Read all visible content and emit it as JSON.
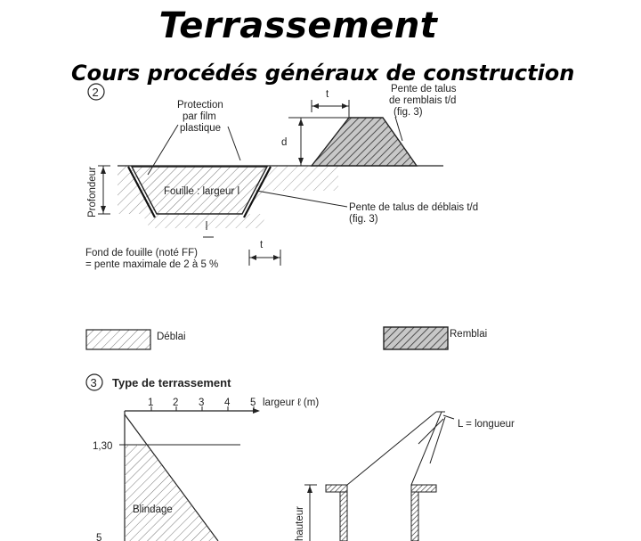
{
  "header": {
    "title": "Terrassement",
    "subtitle": "Cours procédés généraux de construction"
  },
  "fig2": {
    "number": "2",
    "protection_line1": "Protection",
    "protection_line2": "par film",
    "protection_line3": "plastique",
    "t_top": "t",
    "d": "d",
    "remblai_slope_line1": "Pente de talus",
    "remblai_slope_line2": "de remblais t/d",
    "remblai_slope_line3": "(fig. 3)",
    "profondeur": "Profondeur",
    "fouille": "Fouille : largeur l",
    "deblai_slope_line1": "Pente de talus de déblais t/d",
    "deblai_slope_line2": "(fig. 3)",
    "fond_line1": "Fond de fouille (noté FF)",
    "fond_line2": "= pente maximale de 2 à 5 %",
    "t_bottom": "t"
  },
  "legend": {
    "deblai": "Déblai",
    "remblai": "Remblai"
  },
  "fig3": {
    "number": "3",
    "title": "Type de terrassement",
    "ticks": [
      "1",
      "2",
      "3",
      "4",
      "5"
    ],
    "axis_label": "largeur ℓ (m)",
    "y_130": "1,30",
    "blindage": "Blindage",
    "y_5": "5",
    "longueur": "L = longueur",
    "hauteur": "hauteur"
  }
}
